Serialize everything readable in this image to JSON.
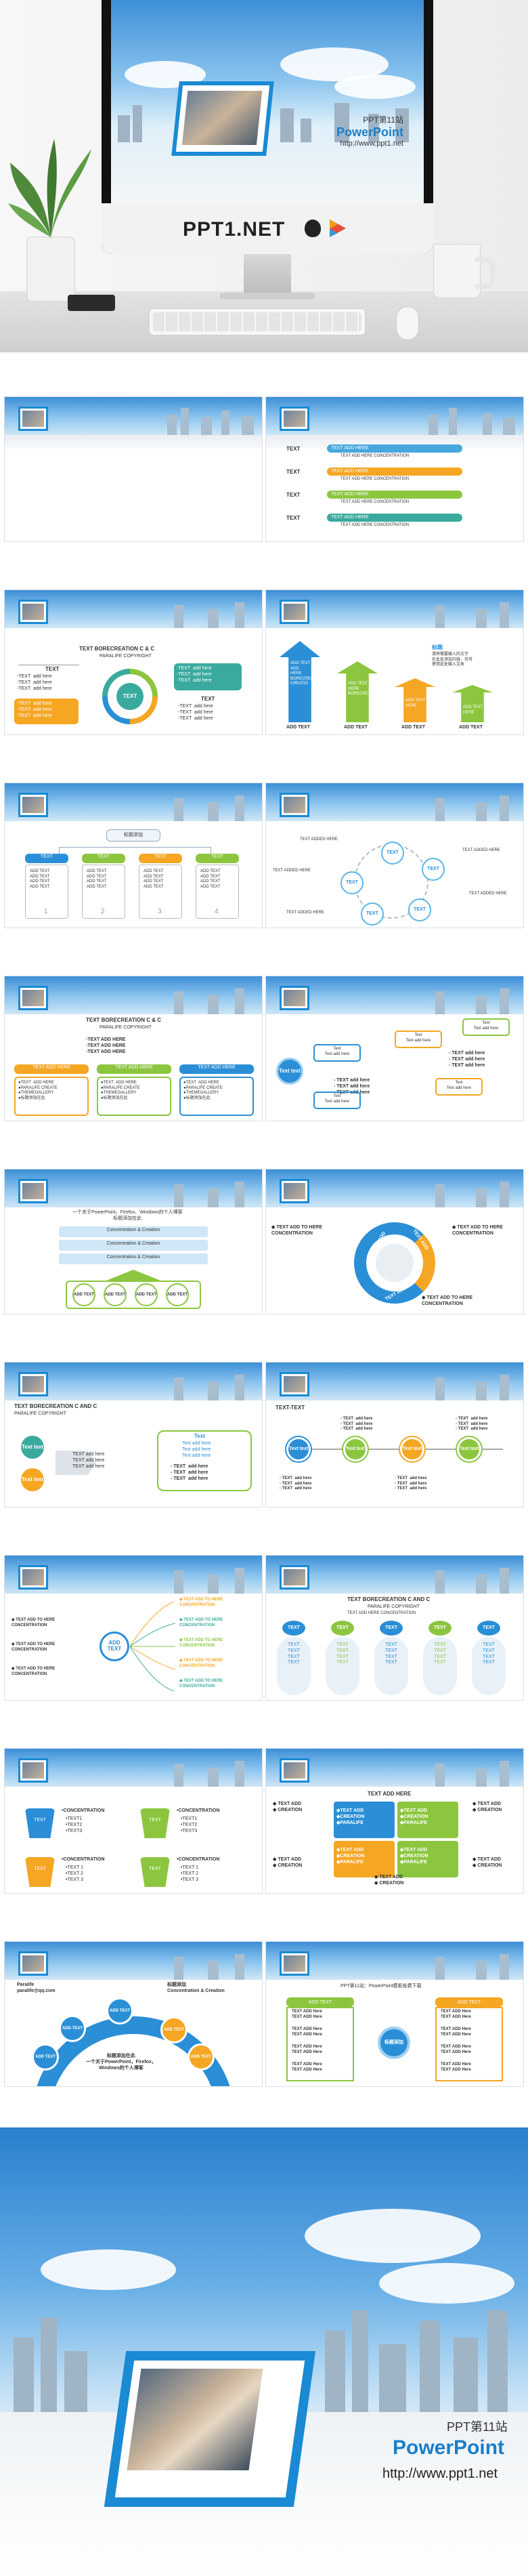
{
  "hero": {
    "brand": "PPT1.NET",
    "screen_line1": "PPT第11站",
    "screen_line2": "PowerPoint",
    "screen_line3": "http://www.ppt1.net"
  },
  "common": {
    "text_add": "TEXT add here",
    "text_add_upper": "TEXT ADD HERE",
    "text_add_here": "Text add here",
    "add_text": "ADD TEXT",
    "text": "TEXT",
    "concentration": "TEXT ADD HERE CONCENTRATION",
    "concentration_short": "CONCENTRATION"
  },
  "slide2": {
    "rows": [
      {
        "label": "TEXT",
        "pill": "TEXT ADD HERE",
        "sub": "TEXT ADD HERE CONCENTRATION",
        "color": "#46a8dd"
      },
      {
        "label": "TEXT",
        "pill": "TEXT ADD HERE",
        "sub": "TEXT ADD HERE CONCENTRATION",
        "color": "#f5a623"
      },
      {
        "label": "TEXT",
        "pill": "TEXT ADD HERE",
        "sub": "TEXT ADD HERE CONCENTRATION",
        "color": "#8cc63f"
      },
      {
        "label": "TEXT",
        "pill": "TEXT ADD HERE",
        "sub": "TEXT ADD HERE CONCENTRATION",
        "color": "#3aaa9e"
      }
    ]
  },
  "slide3": {
    "title": "TEXT BORECREATION C & C",
    "subtitle": "PARALIFE COPYRIGHT",
    "center": "TEXT",
    "lines": [
      "- TEXT  add here",
      "- TEXT  add here",
      "- TEXT  add here"
    ],
    "orange_lines": "-TEXT  add here\n-TEXT  add here\n-TEXT  add here",
    "teal_lines": "-TEXT  add here\n-TEXT  add here\n-TEXT  add here"
  },
  "slide4": {
    "heading": "标题",
    "note": "请将需要输入的文字\n在此处添加内容，也可\n使用此处输入文本",
    "arrows": [
      {
        "text": "ADD TEXT ADD HERE BORECREATIONG CREATIO",
        "label": "ADD TEXT",
        "color": "#2a8fd6"
      },
      {
        "text": "ADD TEXT HERE BORECREATIONG",
        "label": "ADD TEXT",
        "color": "#8cc63f"
      },
      {
        "text": "ADD TEXT HERE",
        "label": "ADD TEXT",
        "color": "#f5a623"
      },
      {
        "text": "ADD TEXT HERE",
        "label": "ADD TEXT",
        "color": "#8cc63f"
      }
    ]
  },
  "slide5": {
    "root": "标题添加",
    "cols": [
      {
        "head": "TEXT",
        "color": "#2a8fd6",
        "num": "1"
      },
      {
        "head": "TEXT",
        "color": "#8cc63f",
        "num": "2"
      },
      {
        "head": "TEXT",
        "color": "#f5a623",
        "num": "3"
      },
      {
        "head": "TEXT",
        "color": "#8cc63f",
        "num": "4"
      }
    ],
    "items": "ADD TEXT\nADD TEXT\nADD TEXT\nADD TEXT"
  },
  "slide6": {
    "labels": [
      "TEXT ADDED HERE",
      "TEXT ADDED HERE",
      "TEXT ADDED HERE",
      "TEXT ADDED HERE",
      "TEXT ADDED HERE"
    ],
    "nodes": [
      "TEXT",
      "TEXT",
      "TEXT",
      "TEXT",
      "TEXT"
    ]
  },
  "slide7": {
    "title": "TEXT BORECREATION C & C",
    "subtitle": "PARALIFE COPYRIGHT",
    "top_lines": "-TEXT ADD HERE\n-TEXT ADD HERE\n-TEXT ADD HERE",
    "cols": [
      {
        "head": "TEXT ADD HERE",
        "color": "#f5a623"
      },
      {
        "head": "TEXT ADD HERE",
        "color": "#8cc63f"
      },
      {
        "head": "TEXT ADD HERE",
        "color": "#2a8fd6"
      }
    ],
    "col_lines": "●TEXT  ADD HERE\n●PARALIFE CREATE\n●THEMEGALLERY\n●标题添加在此"
  },
  "slide8": {
    "center": "Text\ntext",
    "boxes": [
      "Text\nText add here",
      "Text\nText add here",
      "Text\nText add here",
      "Text\nText add here",
      "Text\nText add here"
    ],
    "lines": "- TEXT add here\n- TEXT add here\n- TEXT add here"
  },
  "slide9": {
    "caption": "一个关于PowerPoint、Firefox、Windows的个人博客\n标题添加在此",
    "layers": [
      "Concentration & Creation",
      "Concentration & Creation",
      "Concentration & Creation"
    ],
    "circles": [
      "ADD TEXT",
      "ADD TEXT",
      "ADD TEXT",
      "ADD TEXT"
    ]
  },
  "slide10": {
    "ring_labels": [
      "TEXT ADD",
      "TEXT ADD",
      "TEXT ADD"
    ],
    "tl": "◆ TEXT ADD TO HERE\nCONCENTRATION",
    "tr": "◆ TEXT ADD TO HERE\nCONCENTRATION",
    "bottom": "◆ TEXT ADD TO HERE\nCONCENTRATION"
  },
  "slide11": {
    "title": "TEXT BORECREATION C AND C",
    "subtitle": "PARALIFE COPYRIGHT",
    "nodes": [
      "Text\ntext",
      "Text\ntext"
    ],
    "mid_lines": "TEXT add here\nTEXT add here\nTEXT add here",
    "box_title": "Text",
    "box_lines": "Text add here\nText add here\nText add here",
    "list": "- TEXT  add here\n- TEXT  add here\n- TEXT  add here"
  },
  "slide12": {
    "title": "TEXT-TEXT",
    "circles": [
      {
        "label": "Text\ntext",
        "color": "#2a8fd6"
      },
      {
        "label": "Text\ntext",
        "color": "#8cc63f"
      },
      {
        "label": "Text\ntext",
        "color": "#f5a623"
      },
      {
        "label": "Text\ntext",
        "color": "#8cc63f"
      }
    ],
    "lines": "- TEXT  add here\n- TEXT  add here\n- TEXT  add here"
  },
  "slide13": {
    "center": "ADD TEXT",
    "left": [
      "◆ TEXT ADD TO HERE\nCONCENTRATION",
      "◆ TEXT ADD TO HERE\nCONCENTRATION",
      "◆ TEXT ADD TO HERE\nCONCENTRATION"
    ],
    "right": [
      "◆ TEXT ADD TO HERE\nCONCENTRATION",
      "◆ TEXT ADD TO HERE\nCONCENTRATION",
      "◆ TEXT ADD TO HERE\nCONCENTRATION",
      "◆ TEXT ADD TO HERE\nCONCENTRATION",
      "◆ TEXT ADD TO HERE\nCONCENTRATION"
    ]
  },
  "slide14": {
    "title": "TEXT BORECREATION C AND C",
    "subtitle": "PARALIFE COPYRIGHT",
    "caption": "TEXT ADD HERE CONCENTRATION",
    "cols": [
      {
        "head": "TEXT",
        "color": "#2a8fd6"
      },
      {
        "head": "TEXT",
        "color": "#8cc63f"
      },
      {
        "head": "TEXT",
        "color": "#2a8fd6"
      },
      {
        "head": "TEXT",
        "color": "#8cc63f"
      },
      {
        "head": "TEXT",
        "color": "#2a8fd6"
      }
    ],
    "col_text": "TEXT\nTEXT\nTEXT\nTEXT"
  },
  "slide15": {
    "blocks": [
      {
        "cup": "TEXT",
        "label": "•CONCENTRATION",
        "lines": "•TEXT1\n•TEXT2\n•TEXT3",
        "color": "#2a8fd6"
      },
      {
        "cup": "TEXT",
        "label": "•CONCENTRATION",
        "lines": "•TEXT1\n•TEXT2\n•TEXT3",
        "color": "#8cc63f"
      },
      {
        "cup": "TEXT",
        "label": "•CONCENTRATION",
        "lines": "•TEXT 1\n•TEXT 2\n•TEXT 3",
        "color": "#f5a623"
      },
      {
        "cup": "TEXT",
        "label": "•CONCENTRATION",
        "lines": "•TEXT 1\n•TEXT 2\n•TEXT 3",
        "color": "#8cc63f"
      }
    ]
  },
  "slide16": {
    "title": "TEXT ADD HERE",
    "cells": [
      {
        "text": "◆TEXT ADD\n◆CREATION\n◆PARALIFE",
        "color": "#2a8fd6"
      },
      {
        "text": "◆TEXT ADD\n◆CREATION\n◆PARALIFE",
        "color": "#8cc63f"
      },
      {
        "text": "◆TEXT ADD\n◆CREATION\n◆PARALIFE",
        "color": "#f5a623"
      },
      {
        "text": "◆TEXT ADD\n◆CREATION\n◆PARALIFE",
        "color": "#8cc63f"
      }
    ],
    "side": "◆ TEXT ADD\n◆ CREATION"
  },
  "slide17": {
    "tl": "Paralife\nparalife@qq.com",
    "tr": "标题添加\nConcentration & Creation",
    "center": "标题添加在此\n一个关于PowerPoint，Firefox，\nWindows的个人博客",
    "nodes": [
      {
        "label": "ADD TEXT",
        "color": "#2a8fd6"
      },
      {
        "label": "ADD TEXT",
        "color": "#2a8fd6"
      },
      {
        "label": "ADD TEXT",
        "color": "#2a8fd6"
      },
      {
        "label": "ADD TEXT",
        "color": "#f5a623"
      },
      {
        "label": "ADD TEXT",
        "color": "#f5a623"
      }
    ]
  },
  "slide18": {
    "header": "PPT第11站：PowerPoint模板免费下载",
    "left_head": "ADD TEXT",
    "right_head": "ADD TEXT",
    "center": "标题添加",
    "rows": [
      "TEXT ADD Here\nTEXT ADD Here",
      "TEXT ADD Here\nTEXT ADD Here",
      "TEXT ADD Here\nTEXT ADD Here",
      "TEXT ADD Here\nTEXT ADD Here"
    ]
  },
  "finale": {
    "line1": "PPT第11站",
    "line2": "PowerPoint",
    "line3": "http://www.ppt1.net"
  }
}
